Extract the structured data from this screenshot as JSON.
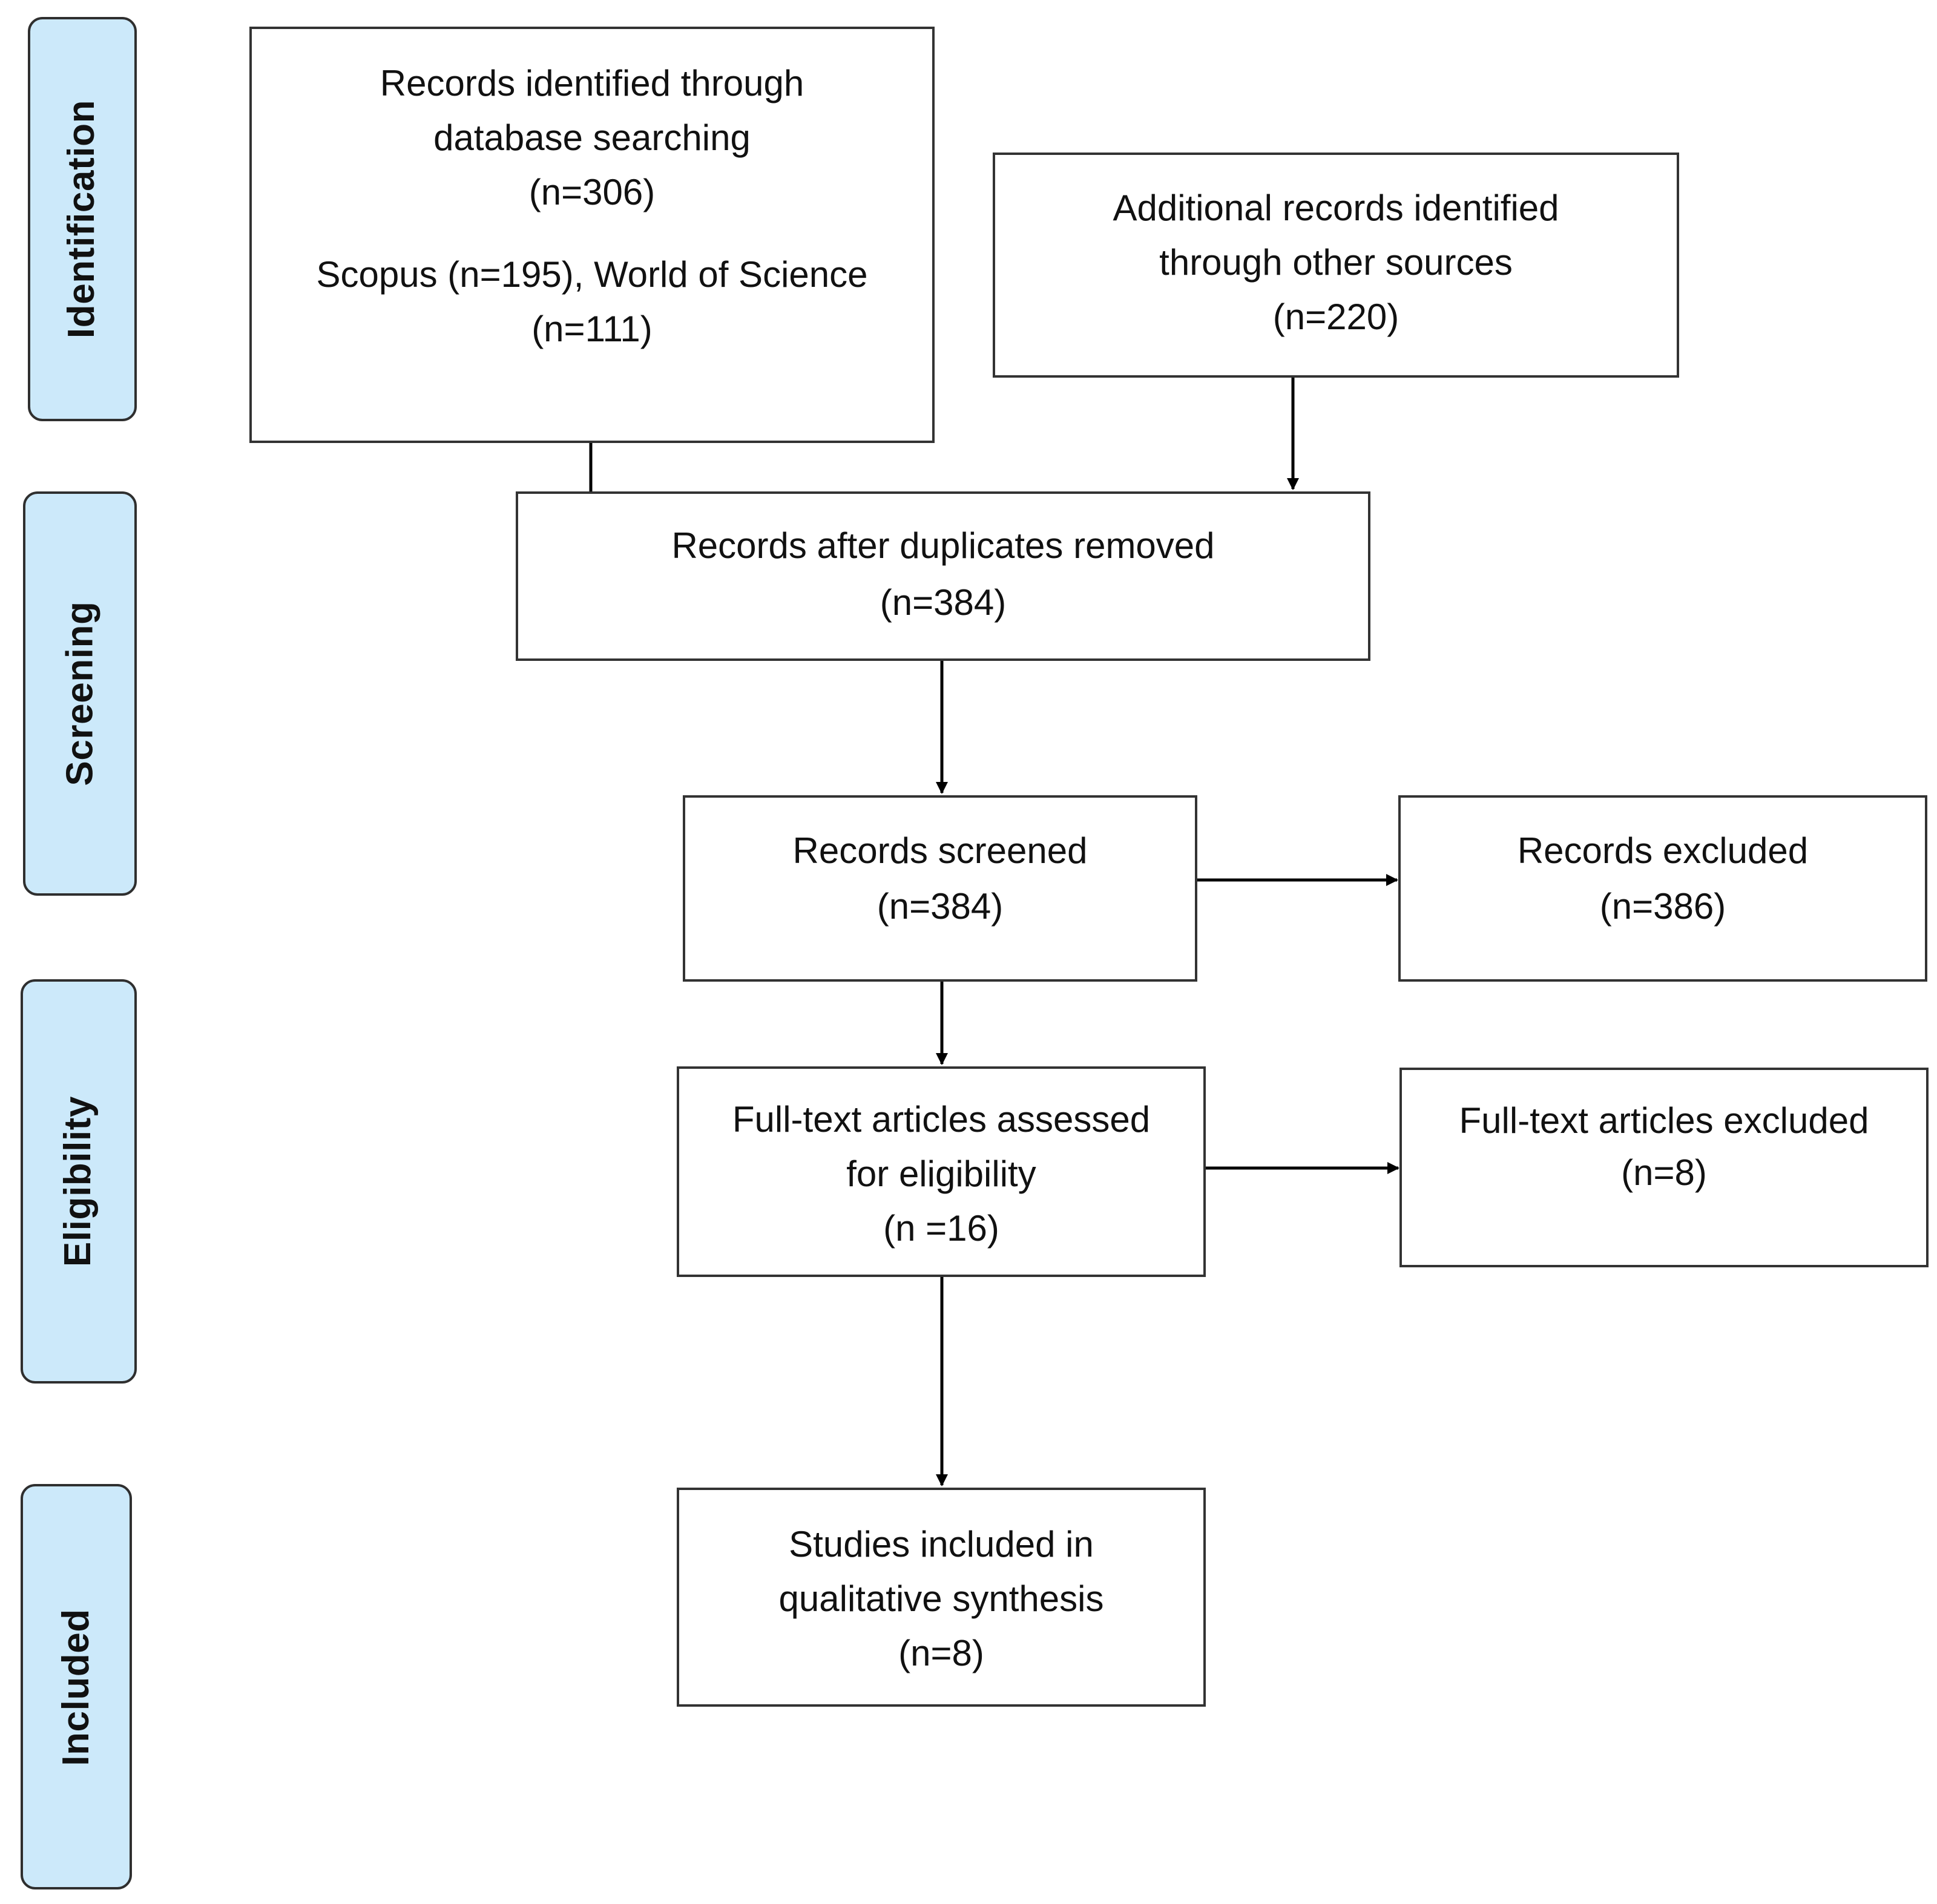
{
  "phases": {
    "identification": "Identification",
    "screening": "Screening",
    "eligibility": "Eligibility",
    "included": "Included"
  },
  "boxes": {
    "database": {
      "line1": "Records identified through",
      "line2": "database searching",
      "line3": "(n=306)",
      "line4": "Scopus (n=195), World of Science",
      "line5": "(n=111)"
    },
    "other_sources": {
      "line1": "Additional records identified",
      "line2": "through other sources",
      "line3": "(n=220)"
    },
    "duplicates_removed": {
      "line1": "Records after duplicates removed",
      "line2": "(n=384)"
    },
    "screened": {
      "line1": "Records screened",
      "line2": "(n=384)"
    },
    "excluded": {
      "line1": "Records excluded",
      "line2": "(n=386)"
    },
    "fulltext_assessed": {
      "line1": "Full-text articles assessed",
      "line2": "for eligibility",
      "line3": "(n =16)"
    },
    "fulltext_excluded": {
      "line1": "Full-text articles excluded",
      "line2": "(n=8)"
    },
    "included_studies": {
      "line1": "Studies included in",
      "line2": "qualitative synthesis",
      "line3": "(n=8)"
    }
  },
  "colors": {
    "phase_fill": "#cce9fa",
    "stroke": "#333333"
  }
}
